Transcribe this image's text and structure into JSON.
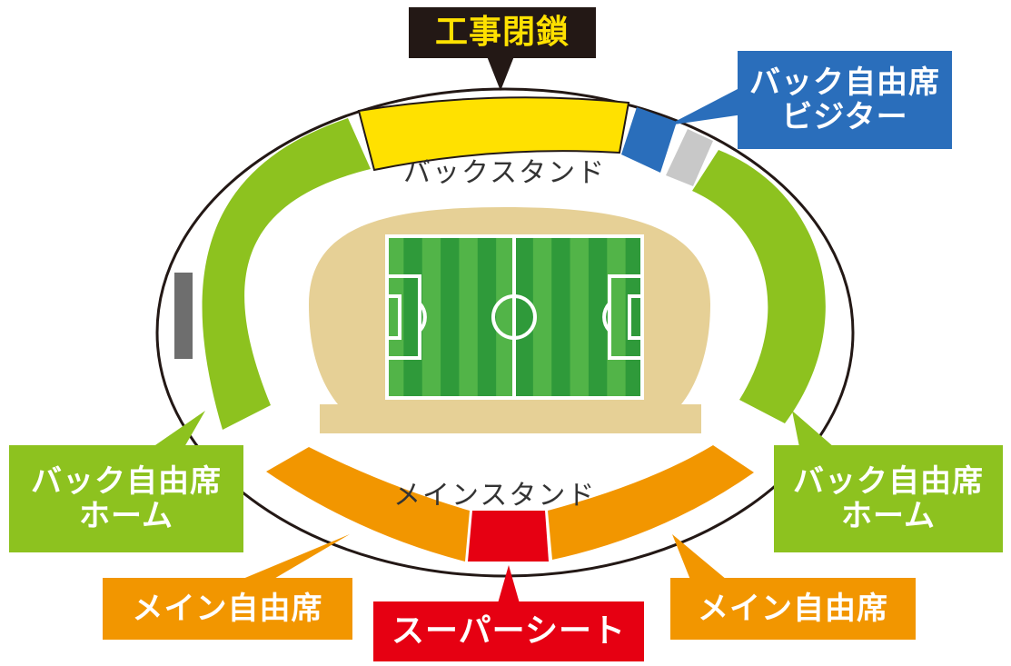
{
  "colors": {
    "green": "#8dc21f",
    "yellow": "#ffe100",
    "orange": "#f29600",
    "red": "#e60012",
    "blue": "#2a6ebb",
    "black": "#231815",
    "gray": "#c8c8c8",
    "dark_gray": "#6e6e6e",
    "track": "#e6d096",
    "pitch_light": "#52b448",
    "pitch_dark": "#2f9a3a"
  },
  "stands": {
    "back": "バックスタンド",
    "main": "メインスタンド"
  },
  "labels": {
    "closed": "工事閉鎖",
    "back_visitor": {
      "line1": "バック自由席",
      "line2": "ビジター"
    },
    "back_home_left": {
      "line1": "バック自由席",
      "line2": "ホーム"
    },
    "back_home_right": {
      "line1": "バック自由席",
      "line2": "ホーム"
    },
    "main_free_left": "メイン自由席",
    "main_free_right": "メイン自由席",
    "super_seat": "スーパーシート"
  }
}
